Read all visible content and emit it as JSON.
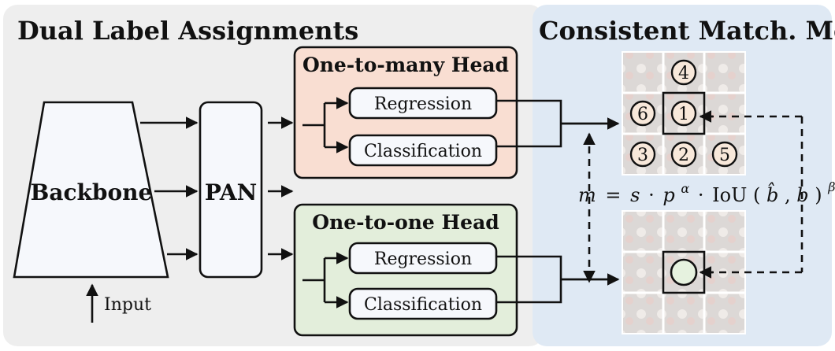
{
  "left_panel": {
    "title": "Dual Label Assignments"
  },
  "right_panel": {
    "title": "Consistent Match. Metric"
  },
  "backbone": {
    "label": "Backbone"
  },
  "input": {
    "label": "Input"
  },
  "pan": {
    "label": "PAN"
  },
  "one_to_many_head": {
    "title": "One-to-many Head",
    "regression_label": "Regression",
    "classification_label": "Classification"
  },
  "one_to_one_head": {
    "title": "One-to-one Head",
    "regression_label": "Regression",
    "classification_label": "Classification"
  },
  "metric": {
    "formula_m": "m",
    "formula_eq": "=",
    "formula_s": "s",
    "formula_dot1": "·",
    "formula_p": "p",
    "formula_alpha": "α",
    "formula_dot2": "·",
    "formula_iou": "IoU",
    "formula_open": "(",
    "formula_bhat": "b̂",
    "formula_comma": ",",
    "formula_b": "b",
    "formula_close": ")",
    "formula_beta": "β"
  },
  "grid_top": {
    "numbers": [
      "4",
      "6",
      "1",
      "3",
      "2",
      "5"
    ]
  },
  "colors": {
    "left_panel_bg": "#eeeeee",
    "right_panel_bg": "#dfe9f4",
    "one_to_many_bg": "#f9ded2",
    "one_to_one_bg": "#e3eedb",
    "box_bg": "#f6f8fc",
    "marker_fill": "#f8e8da",
    "marker_fill_one_to_one": "#e6f2df"
  }
}
